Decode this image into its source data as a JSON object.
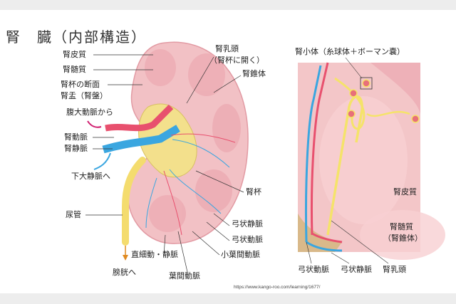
{
  "title": "腎　臓（内部構造）",
  "left_labels": {
    "cortex": "腎皮質",
    "medulla": "腎髄質",
    "calyx_section": "腎杯の断面",
    "pelvis": "腎盂（腎盤）",
    "from_aorta": "腹大動脈から",
    "renal_artery": "腎動脈",
    "renal_vein": "腎静脈",
    "to_ivc": "下大静脈へ",
    "ureter": "尿管",
    "vasa_recta": "直細動・静脈",
    "to_bladder": "膀胱へ",
    "interlobar_artery": "葉間動脈"
  },
  "top_labels": {
    "papilla": "腎乳頭",
    "papilla_note": "（腎杯に開く）",
    "pyramid": "腎錐体"
  },
  "right_labels": {
    "calyx": "腎杯",
    "arcuate_vein": "弓状静脈",
    "arcuate_artery": "弓状動脈",
    "interlobular_artery": "小葉間動脈"
  },
  "detail_labels": {
    "renal_corpuscle": "腎小体（糸球体＋ボーマン嚢）",
    "cortex": "腎皮質",
    "medulla": "腎髄質",
    "pyramid": "（腎錐体）",
    "arcuate_artery": "弓状動脈",
    "arcuate_vein": "弓状静脈",
    "papilla": "腎乳頭"
  },
  "source_url": "https://www.kango-roo.com/learning/1677/",
  "colors": {
    "artery": "#e8506e",
    "vein": "#3aa6e0",
    "urine": "#f5e36a",
    "cortex": "#f3c3c6",
    "medulla": "#eeb0b6"
  }
}
